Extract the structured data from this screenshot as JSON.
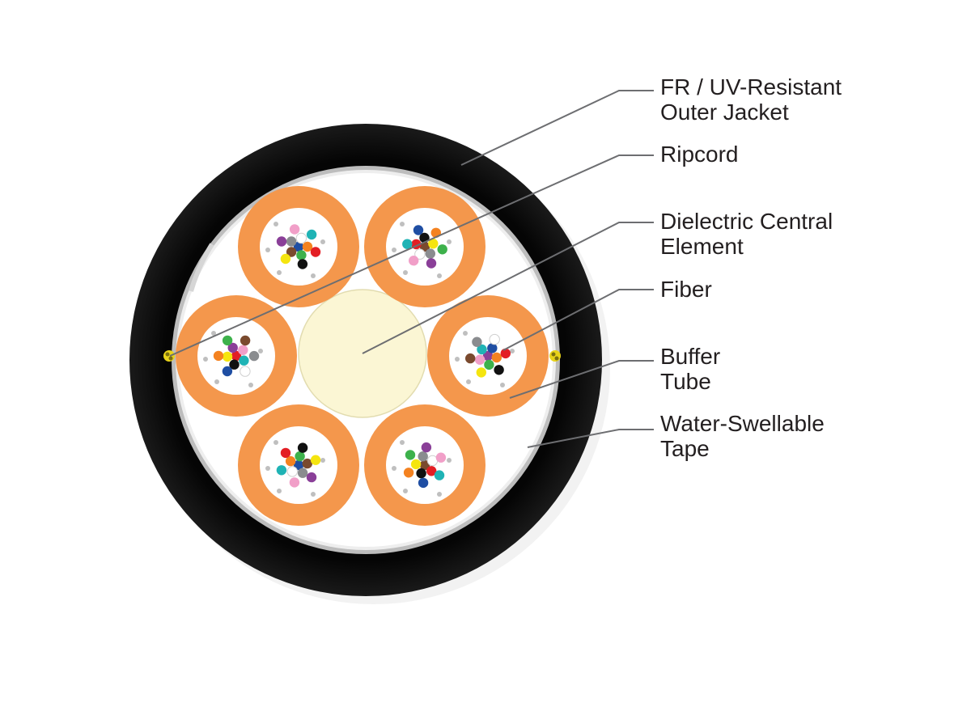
{
  "callouts": [
    {
      "lines": [
        "FR / UV-Resistant",
        "Outer Jacket"
      ]
    },
    {
      "lines": [
        "Ripcord"
      ]
    },
    {
      "lines": [
        "Dielectric Central",
        "Element"
      ]
    },
    {
      "lines": [
        "Fiber"
      ]
    },
    {
      "lines": [
        "Buffer",
        "Tube"
      ]
    },
    {
      "lines": [
        "Water-Swellable",
        "Tape"
      ]
    }
  ],
  "colors": {
    "outer_jacket": "#050505",
    "tape": "#c9c9c9",
    "filler": "#ffffff",
    "buffer_tube": "#f4974c",
    "central_element": "#fbf6d4",
    "ripcord": "#e8d31a",
    "leader_line": "#6d6e71",
    "fiber_palette": [
      "#1f4ea3",
      "#f48220",
      "#3db14b",
      "#7a4a2e",
      "#8a8c8f",
      "#ffffff",
      "#e31e24",
      "#111111",
      "#f5e50f",
      "#8a3f98",
      "#f19fc8",
      "#1fb3b5"
    ]
  },
  "buffer_tube_count": 6,
  "fibers_per_tube": 12
}
